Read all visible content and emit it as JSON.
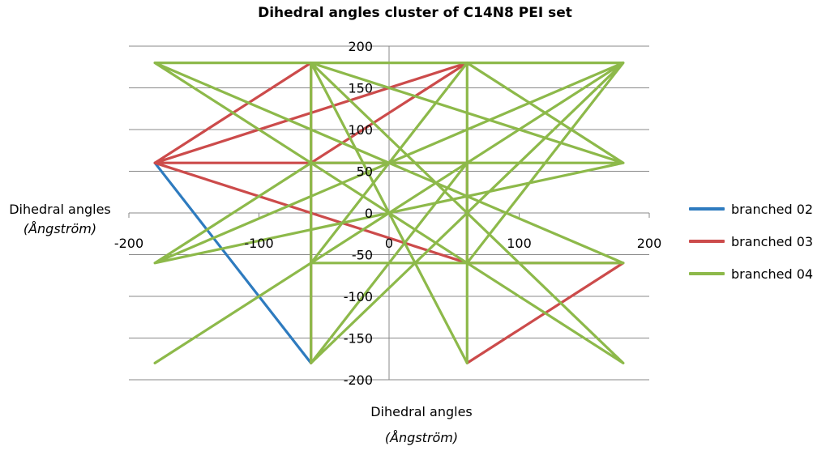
{
  "chart_data": {
    "type": "line",
    "title": "Dihedral angles cluster of C14N8 PEI  set",
    "xlabel": "Dihedral angles",
    "xlabel_unit": "(Ångström)",
    "ylabel": "Dihedral angles",
    "ylabel_unit": "(Ångström)",
    "xlim": [
      -200,
      200
    ],
    "ylim": [
      -200,
      200
    ],
    "x_ticks": [
      -200,
      -100,
      0,
      100,
      200
    ],
    "y_ticks": [
      -200,
      -150,
      -100,
      -50,
      0,
      50,
      100,
      150,
      200
    ],
    "grid": "horizontal",
    "legend_position": "right",
    "series": [
      {
        "name": "branched 02",
        "color": "#2e7bbf",
        "points": [
          [
            -180,
            60
          ],
          [
            -60,
            -180
          ]
        ]
      },
      {
        "name": "branched 03",
        "color": "#cc4b4b",
        "points": [
          [
            -180,
            60
          ],
          [
            -60,
            180
          ],
          [
            -60,
            -180
          ],
          [
            -60,
            60
          ],
          [
            60,
            180
          ],
          [
            -180,
            60
          ],
          [
            60,
            60
          ],
          [
            60,
            -60
          ],
          [
            -180,
            60
          ],
          [
            60,
            -60
          ],
          [
            180,
            -60
          ],
          [
            60,
            -180
          ],
          [
            180,
            -60
          ]
        ]
      },
      {
        "name": "branched 04",
        "color": "#8db94a",
        "points": [
          [
            -180,
            180
          ],
          [
            180,
            180
          ],
          [
            -180,
            -60
          ],
          [
            -60,
            60
          ],
          [
            -180,
            180
          ],
          [
            180,
            -60
          ],
          [
            -60,
            -60
          ],
          [
            -60,
            180
          ],
          [
            60,
            -180
          ],
          [
            60,
            180
          ],
          [
            180,
            60
          ],
          [
            -60,
            60
          ],
          [
            180,
            60
          ],
          [
            -180,
            -60
          ],
          [
            180,
            180
          ],
          [
            -180,
            -180
          ],
          [
            60,
            60
          ],
          [
            180,
            180
          ],
          [
            -60,
            -180
          ],
          [
            -60,
            60
          ],
          [
            180,
            -180
          ],
          [
            -60,
            180
          ],
          [
            180,
            60
          ],
          [
            60,
            60
          ],
          [
            -60,
            -180
          ],
          [
            180,
            180
          ],
          [
            60,
            -60
          ],
          [
            180,
            -60
          ],
          [
            -60,
            -60
          ],
          [
            60,
            180
          ]
        ]
      }
    ]
  }
}
